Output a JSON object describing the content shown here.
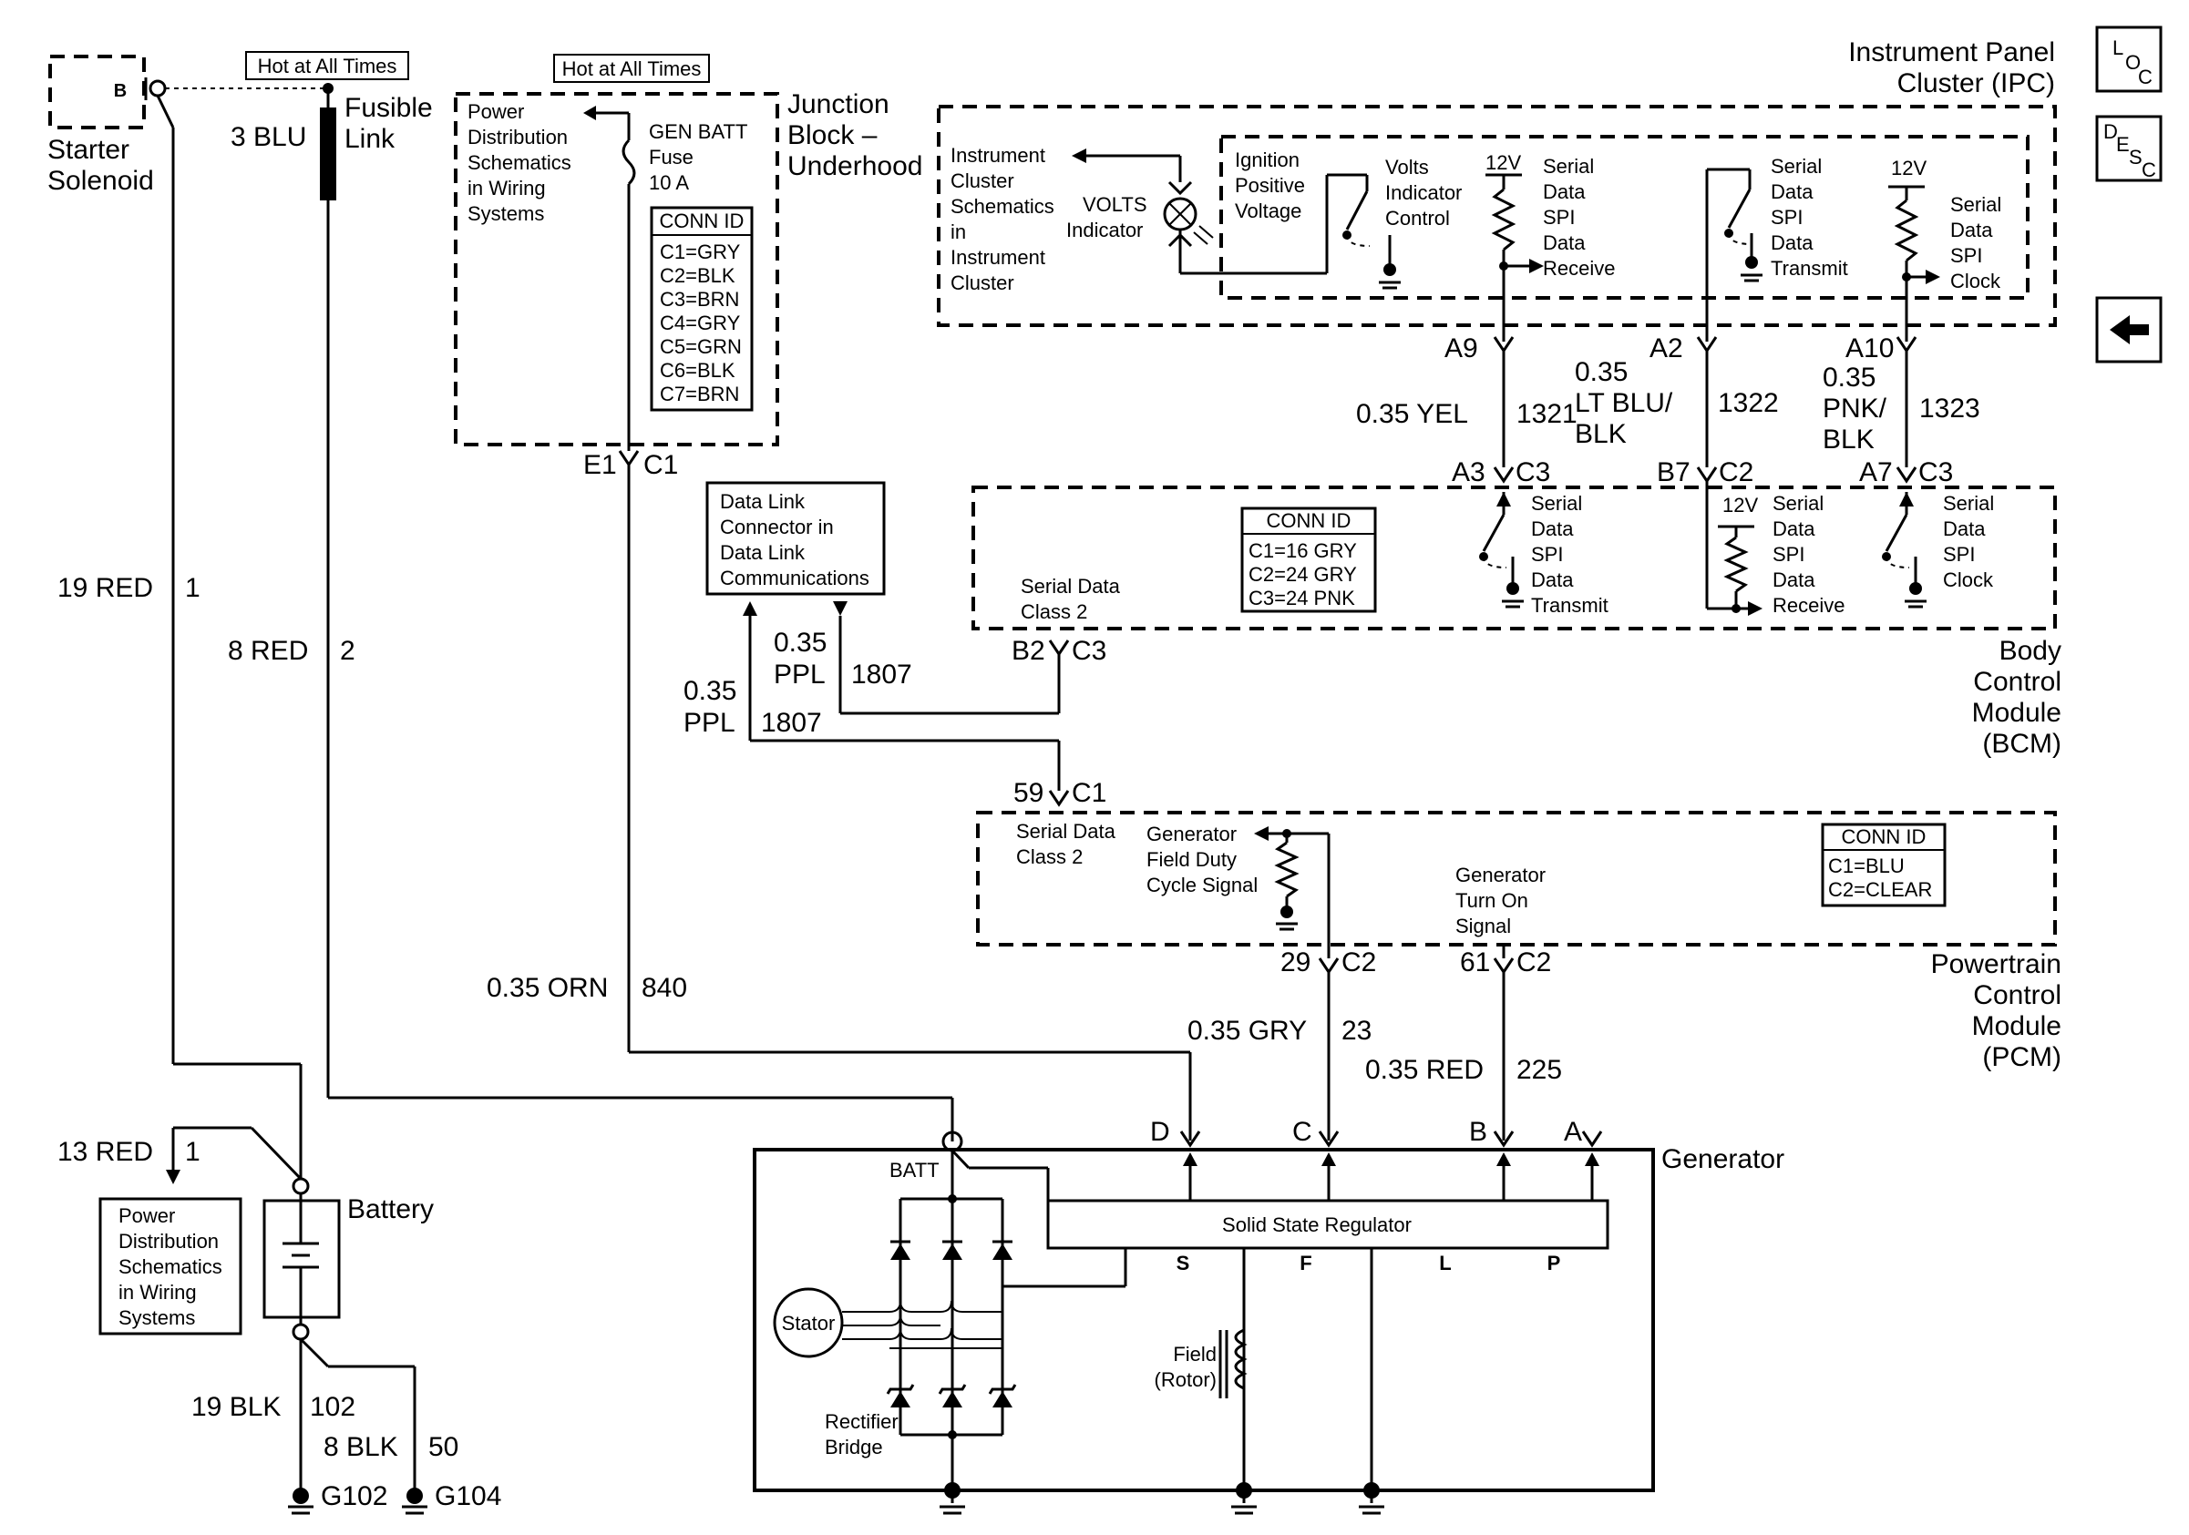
{
  "top": {
    "starter": {
      "terminal": "B",
      "label_line1": "Starter",
      "label_line2": "Solenoid"
    },
    "hot_at_all_times_1": "Hot at All Times",
    "hot_at_all_times_2": "Hot at All Times",
    "fusible_link": {
      "wire": "3 BLU",
      "label_line1": "Fusible",
      "label_line2": "Link"
    }
  },
  "junction_block": {
    "title_line1": "Junction",
    "title_line2": "Block –",
    "title_line3": "Underhood",
    "power_dist": [
      "Power",
      "Distribution",
      "Schematics",
      "in Wiring",
      "Systems"
    ],
    "fuse_line1": "GEN BATT",
    "fuse_line2": "Fuse",
    "fuse_line3": "10 A",
    "conn_id_title": "CONN ID",
    "conn_ids": [
      "C1=GRY",
      "C2=BLK",
      "C3=BRN",
      "C4=GRY",
      "C5=GRN",
      "C6=BLK",
      "C7=BRN"
    ],
    "terminal": "E1",
    "connector": "C1"
  },
  "ipc": {
    "title_line1": "Instrument Panel",
    "title_line2": "Cluster (IPC)",
    "cluster_schem": [
      "Instrument",
      "Cluster",
      "Schematics",
      "in",
      "Instrument",
      "Cluster"
    ],
    "volts_indicator": [
      "VOLTS",
      "Indicator"
    ],
    "ignition": [
      "Ignition",
      "Positive",
      "Voltage"
    ],
    "volts_control": [
      "Volts",
      "Indicator",
      "Control"
    ],
    "v12_a": "12V",
    "v12_b": "12V",
    "spi_receive": [
      "Serial",
      "Data",
      "SPI",
      "Data",
      "Receive"
    ],
    "spi_transmit": [
      "Serial",
      "Data",
      "SPI",
      "Data",
      "Transmit"
    ],
    "spi_clock": [
      "Serial",
      "Data",
      "SPI",
      "Clock"
    ],
    "pins": [
      "A9",
      "A2",
      "A10"
    ]
  },
  "wires_ipc_bcm": {
    "w1_gauge": "0.35 YEL",
    "w1_circuit": "1321",
    "w2_gauge_line1": "0.35",
    "w2_gauge_line2": "LT BLU/",
    "w2_gauge_line3": "BLK",
    "w2_circuit": "1322",
    "w3_gauge_line1": "0.35",
    "w3_gauge_line2": "PNK/",
    "w3_gauge_line3": "BLK",
    "w3_circuit": "1323"
  },
  "bcm": {
    "title": [
      "Body",
      "Control",
      "Module",
      "(BCM)"
    ],
    "conn_id_title": "CONN ID",
    "conn_ids": [
      "C1=16 GRY",
      "C2=24 GRY",
      "C3=24 PNK"
    ],
    "pin_a3": "A3",
    "conn_a3": "C3",
    "pin_b7": "B7",
    "conn_b7": "C2",
    "pin_a7": "A7",
    "conn_a7": "C3",
    "spi_transmit": [
      "Serial",
      "Data",
      "SPI",
      "Data",
      "Transmit"
    ],
    "v12": "12V",
    "spi_receive": [
      "Serial",
      "Data",
      "SPI",
      "Data",
      "Receive"
    ],
    "spi_clock": [
      "Serial",
      "Data",
      "SPI",
      "Clock"
    ],
    "serial_class2": [
      "Serial Data",
      "Class 2"
    ],
    "pin_b2": "B2",
    "conn_b2": "C3"
  },
  "dlc": {
    "box": [
      "Data Link",
      "Connector in",
      "Data Link",
      "Communications"
    ],
    "wire_a_gauge_line1": "0.35",
    "wire_a_gauge_line2": "PPL",
    "wire_a_circuit": "1807",
    "wire_b_gauge_line1": "0.35",
    "wire_b_gauge_line2": "PPL",
    "wire_b_circuit": "1807"
  },
  "pcm": {
    "title": [
      "Powertrain",
      "Control",
      "Module",
      "(PCM)"
    ],
    "pin_59": "59",
    "conn_59": "C1",
    "serial_class2": [
      "Serial Data",
      "Class 2"
    ],
    "gen_field": [
      "Generator",
      "Field Duty",
      "Cycle Signal"
    ],
    "gen_turnon": [
      "Generator",
      "Turn On",
      "Signal"
    ],
    "conn_id_title": "CONN ID",
    "conn_ids": [
      "C1=BLU",
      "C2=CLEAR"
    ],
    "pin_29": "29",
    "conn_29": "C2",
    "pin_61": "61",
    "conn_61": "C2"
  },
  "wires_left": {
    "red19": "19 RED",
    "red19_c": "1",
    "red8": "8 RED",
    "red8_c": "2",
    "orn": "0.35 ORN",
    "orn_c": "840",
    "gry": "0.35 GRY",
    "gry_c": "23",
    "red035": "0.35 RED",
    "red035_c": "225"
  },
  "battery": {
    "label": "Battery",
    "red13": "13 RED",
    "red13_c": "1",
    "power_dist": [
      "Power",
      "Distribution",
      "Schematics",
      "in Wiring",
      "Systems"
    ],
    "blk19": "19 BLK",
    "blk19_c": "102",
    "blk8": "8 BLK",
    "blk8_c": "50",
    "g102": "G102",
    "g104": "G104"
  },
  "generator": {
    "title": "Generator",
    "terms": [
      "D",
      "C",
      "B",
      "A"
    ],
    "batt": "BATT",
    "regulator": "Solid State Regulator",
    "reg_terms": [
      "S",
      "F",
      "L",
      "P"
    ],
    "stator": "Stator",
    "rectifier": [
      "Rectifier",
      "Bridge"
    ],
    "field": [
      "Field",
      "(Rotor)"
    ]
  },
  "nav": {
    "loc_main": "L",
    "loc_sub": "O",
    "loc_sub2": "C",
    "desc_1": "D",
    "desc_2": "E",
    "desc_3": "S",
    "desc_4": "C"
  }
}
